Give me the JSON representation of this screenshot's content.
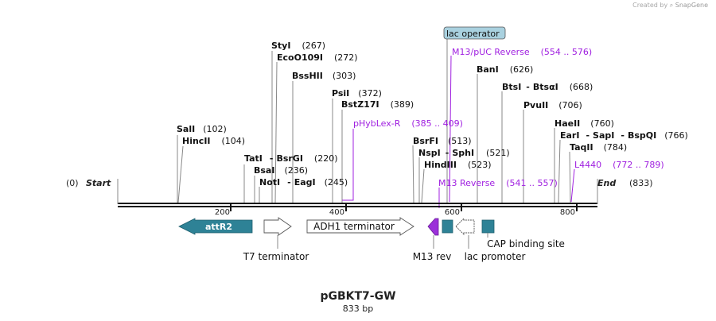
{
  "credit": {
    "prefix": "Created by",
    "brand": "SnapGene"
  },
  "title": "pGBKT7-GW",
  "subtitle": "833 bp",
  "ends": {
    "start_pos": "(0)",
    "start_label": "Start",
    "end_label": "End",
    "end_pos": "(833)"
  },
  "ticks": [
    "200",
    "400",
    "600",
    "800"
  ],
  "sites": [
    {
      "name": "SalI",
      "pos": "(102)"
    },
    {
      "name": "HincII",
      "pos": "(104)"
    },
    {
      "name": "TatI",
      "sep": "-",
      "name2": "BsrGI",
      "pos": "(220)"
    },
    {
      "name": "BsaI",
      "pos": "(236)"
    },
    {
      "name": "NotI",
      "sep": "-",
      "name2": "EagI",
      "pos": "(245)"
    },
    {
      "name": "StyI",
      "pos": "(267)"
    },
    {
      "name": "EcoO109I",
      "pos": "(272)"
    },
    {
      "name": "BssHII",
      "pos": "(303)"
    },
    {
      "name": "PsiI",
      "pos": "(372)"
    },
    {
      "name": "BstZ17I",
      "pos": "(389)"
    },
    {
      "name": "BsrFI",
      "pos": "(513)"
    },
    {
      "name": "NspI",
      "sep": "-",
      "name2": "SphI",
      "pos": "(521)"
    },
    {
      "name": "HindIII",
      "pos": "(523)"
    },
    {
      "name": "BanI",
      "pos": "(626)"
    },
    {
      "name": "BtsI",
      "sep": "-",
      "name2": "BtsαI",
      "pos": "(668)"
    },
    {
      "name": "PvuII",
      "pos": "(706)"
    },
    {
      "name": "HaeII",
      "pos": "(760)"
    },
    {
      "name": "EarI",
      "sep": "-",
      "name2": "SapI",
      "sep2": "-",
      "name3": "BspQI",
      "pos": "(766)"
    },
    {
      "name": "TaqII",
      "pos": "(784)"
    }
  ],
  "primers": [
    {
      "name": "pHybLex-R",
      "range": "(385 .. 409)"
    },
    {
      "name": "M13/pUC Reverse",
      "range": "(554 .. 576)"
    },
    {
      "name": "M13 Reverse",
      "range": "(541 .. 557)"
    },
    {
      "name": "L4440",
      "range": "(772 .. 789)"
    }
  ],
  "operator": "lac operator",
  "features": {
    "attR2": "attR2",
    "adh1": "ADH1 terminator",
    "t7": "T7 terminator",
    "m13rev": "M13 rev",
    "lacpromoter": "lac promoter",
    "cap": "CAP binding site"
  },
  "colors": {
    "attR2": "#2e8296",
    "cap": "#2e8296",
    "m13rev": "#9b30d9",
    "primer": "#a020e0",
    "operator": "#a9d1df",
    "line": "#888888",
    "backbone": "#111111"
  }
}
